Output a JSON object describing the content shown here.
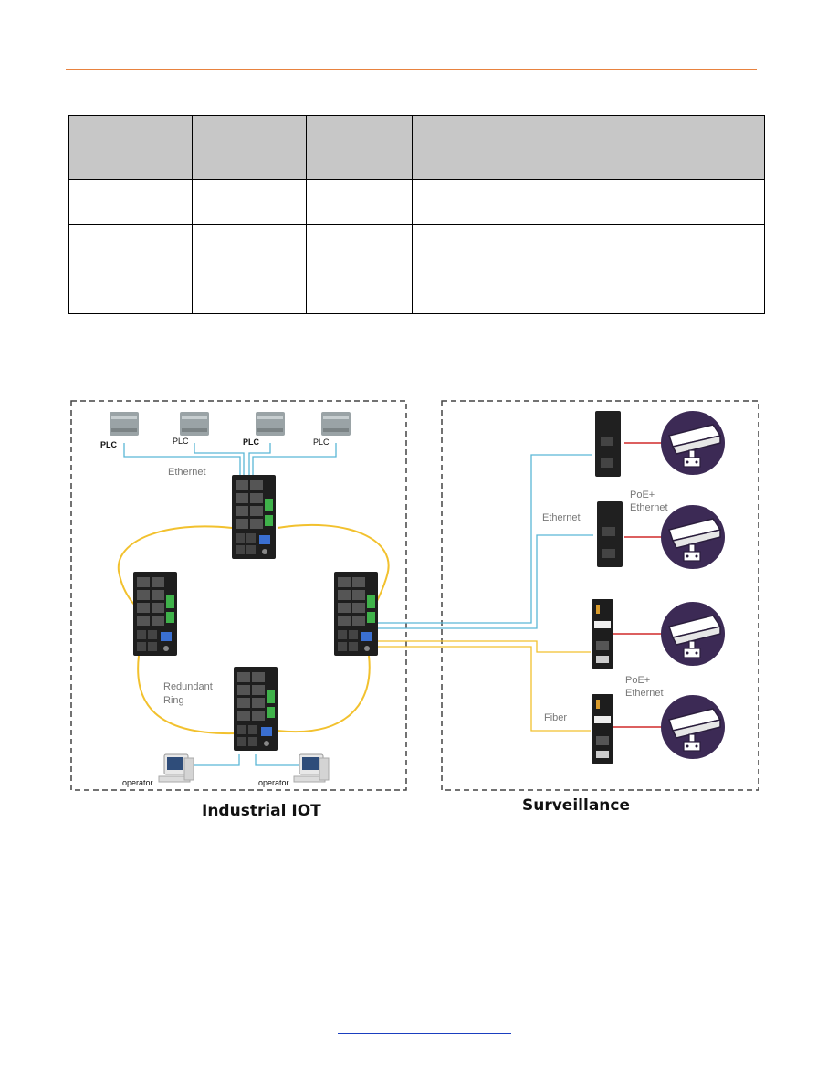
{
  "diagram": {
    "plc_labels": [
      "PLC",
      "PLC",
      "PLC",
      "PLC"
    ],
    "ethernet_label_left": "Ethernet",
    "redundant_ring_line1": "Redundant",
    "redundant_ring_line2": "Ring",
    "operator_labels": [
      "operator",
      "operator"
    ],
    "ethernet_label_right": "Ethernet",
    "poe_label_top_line1": "PoE+",
    "poe_label_top_line2": "Ethernet",
    "poe_label_bottom_line1": "PoE+",
    "poe_label_bottom_line2": "Ethernet",
    "fiber_label": "Fiber",
    "caption_left": "Industrial IOT",
    "caption_right": "Surveillance",
    "colors": {
      "ethernet_cable": "#5bb7d6",
      "ring_cable": "#f2c12e",
      "poe_cable": "#d12a2a",
      "camera_badge": "#3c2a55",
      "accent_rule": "#e8823f"
    }
  }
}
